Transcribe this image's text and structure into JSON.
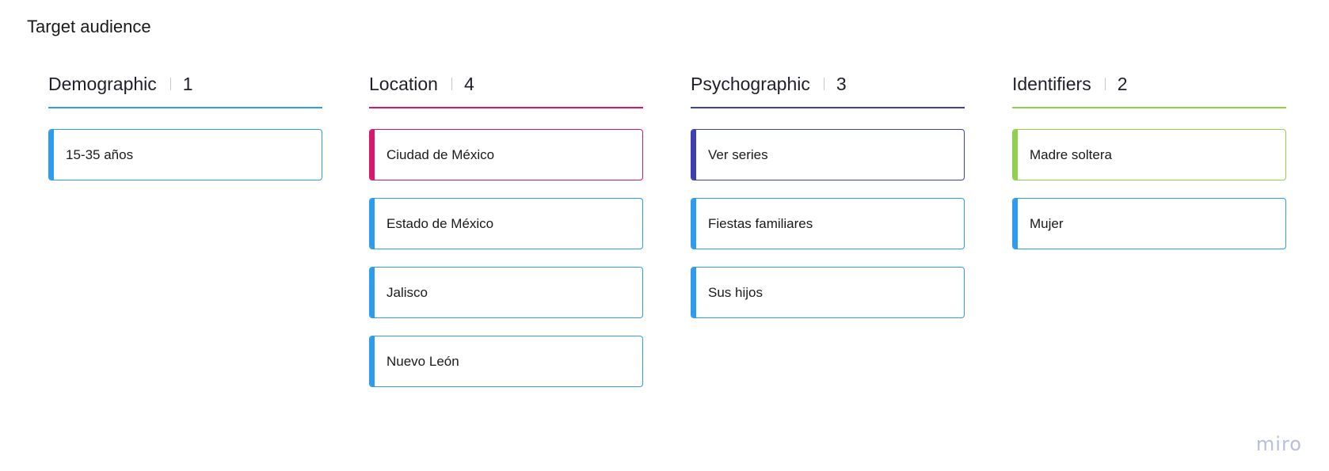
{
  "board": {
    "title": "Target audience",
    "watermark": "miro"
  },
  "colors": {
    "default_card": "#2d9bf0",
    "demographic": "#2d9bf0",
    "location": "#d8166b",
    "psychographic": "#3f3fb4",
    "identifiers": "#8fd14f"
  },
  "columns": [
    {
      "title": "Demographic",
      "count": "1",
      "color": "#2d9bf0",
      "cards": [
        {
          "label": "15-35 años",
          "color": "#2d9bf0"
        }
      ]
    },
    {
      "title": "Location",
      "count": "4",
      "color": "#d8166b",
      "cards": [
        {
          "label": "Ciudad de México",
          "color": "#d8166b"
        },
        {
          "label": "Estado de México",
          "color": "#2d9bf0"
        },
        {
          "label": "Jalisco",
          "color": "#2d9bf0"
        },
        {
          "label": "Nuevo León",
          "color": "#2d9bf0"
        }
      ]
    },
    {
      "title": "Psychographic",
      "count": "3",
      "color": "#3f3fb4",
      "cards": [
        {
          "label": "Ver series",
          "color": "#3f3fb4"
        },
        {
          "label": "Fiestas familiares",
          "color": "#2d9bf0"
        },
        {
          "label": "Sus hijos",
          "color": "#2d9bf0"
        }
      ]
    },
    {
      "title": "Identifiers",
      "count": "2",
      "color": "#8fd14f",
      "cards": [
        {
          "label": "Madre soltera",
          "color": "#8fd14f"
        },
        {
          "label": "Mujer",
          "color": "#2d9bf0"
        }
      ]
    }
  ]
}
